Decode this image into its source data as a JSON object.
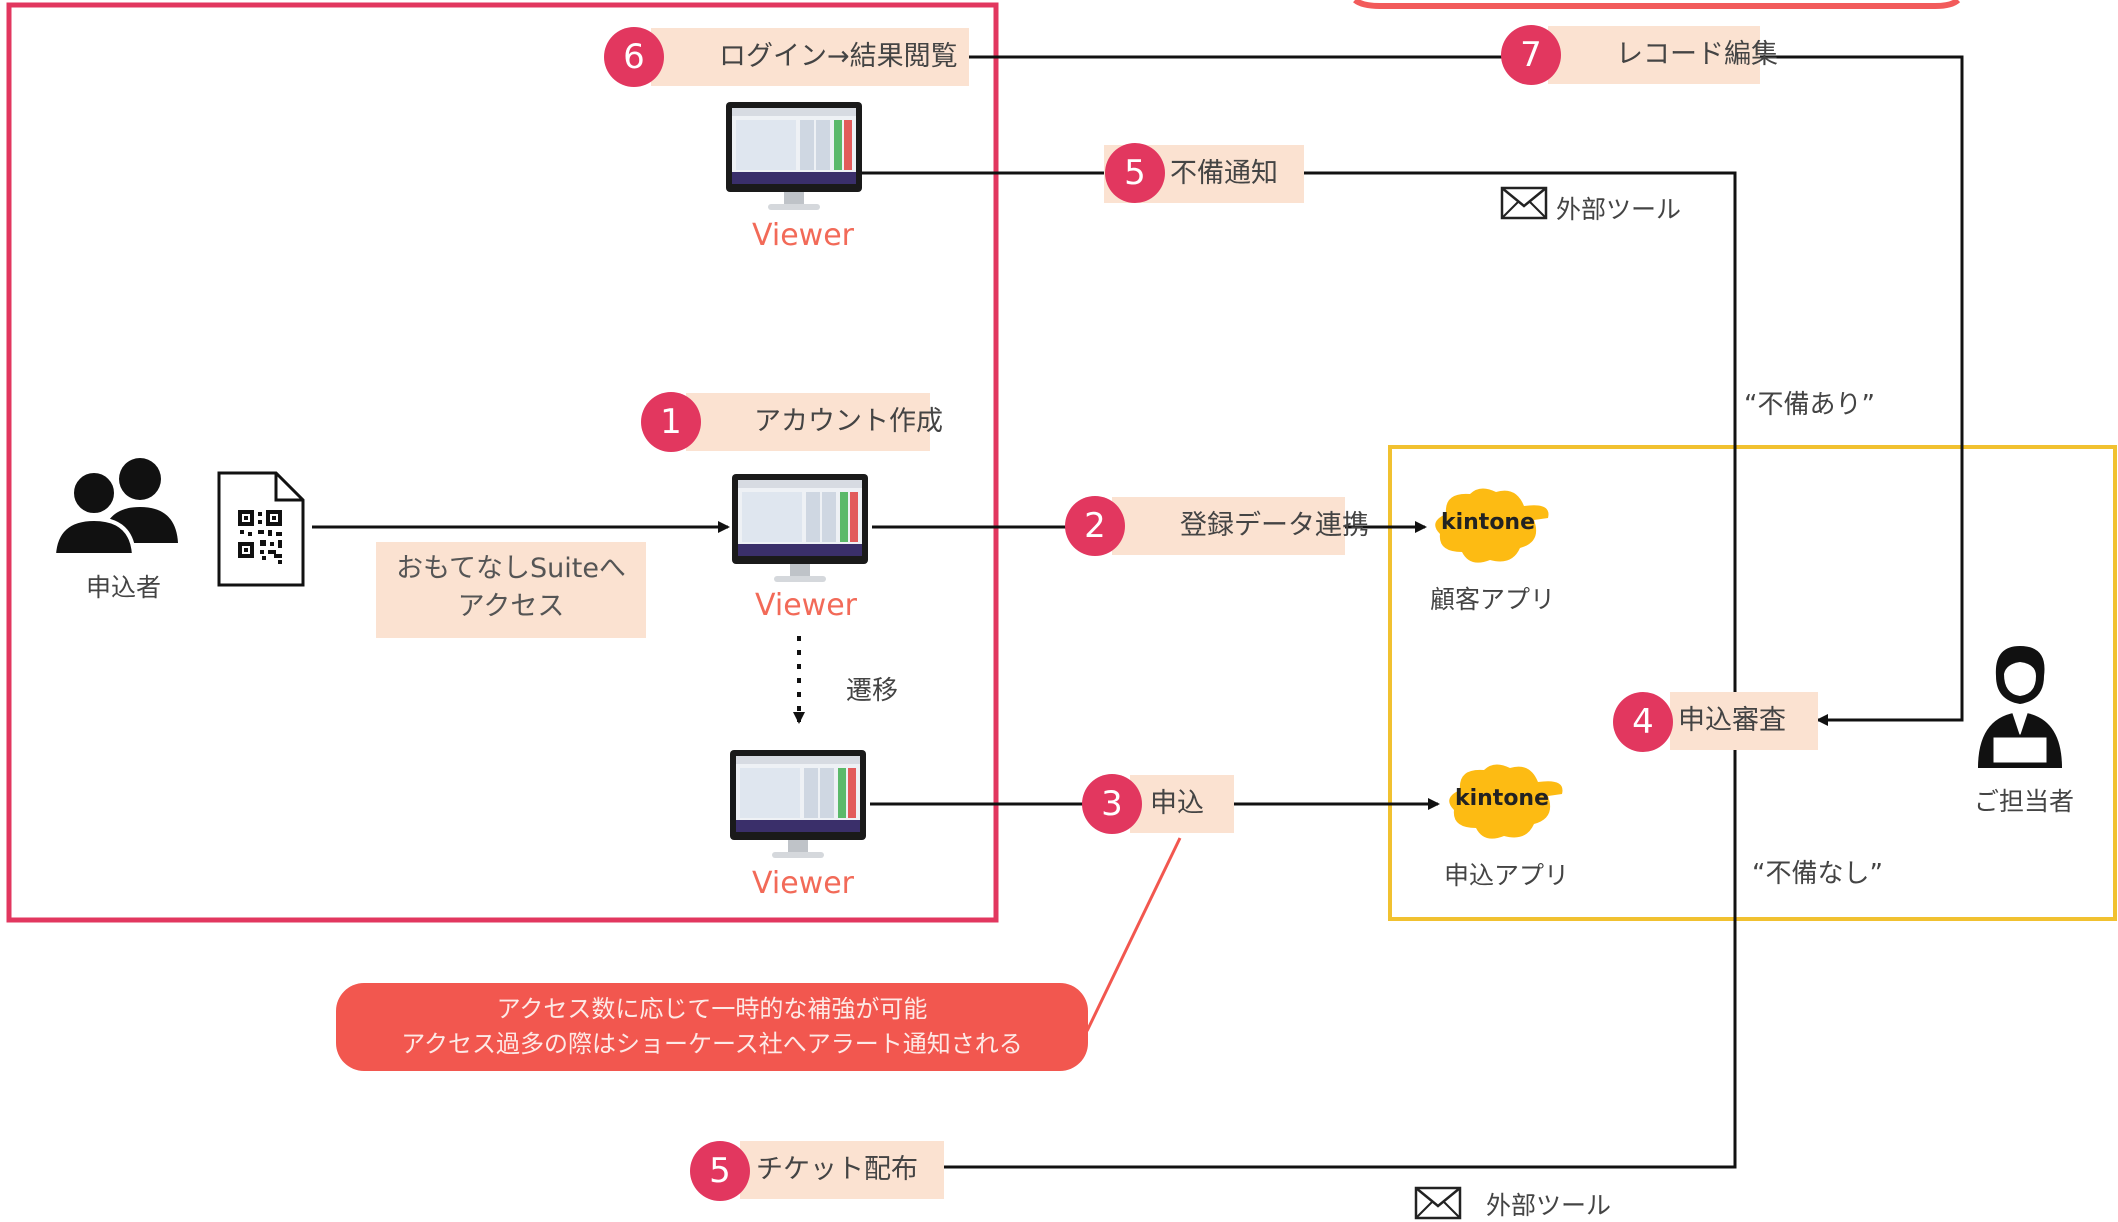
{
  "steps": {
    "s1": {
      "num": "1",
      "label": "アカウント作成"
    },
    "s2": {
      "num": "2",
      "label": "登録データ連携"
    },
    "s3": {
      "num": "3",
      "label": "申込"
    },
    "s4": {
      "num": "4",
      "label": "申込審査"
    },
    "s5a": {
      "num": "5",
      "label": "不備通知"
    },
    "s5b": {
      "num": "5",
      "label": "チケット配布"
    },
    "s6": {
      "num": "6",
      "label": "ログイン→結果閲覧"
    },
    "s7": {
      "num": "7",
      "label": "レコード編集"
    }
  },
  "viewer_label": "Viewer",
  "applicant_label": "申込者",
  "access_box": {
    "line1": "おもてなしSuiteへ",
    "line2": "アクセス"
  },
  "transition_label": "遷移",
  "kintone": {
    "logo_text": "kintone",
    "customer_app": "顧客アプリ",
    "application_app": "申込アプリ"
  },
  "staff_label": "ご担当者",
  "external_tool": "外部ツール",
  "condition_yes": "“不備あり”",
  "condition_no": "“不備なし”",
  "callout": {
    "line1": "アクセス数に応じて一時的な補強が可能",
    "line2": "アクセス過多の際はショーケース社へアラート通知される"
  },
  "colors": {
    "frame_red": "#e2375f",
    "frame_yellow": "#f1c130",
    "accent": "#f26a58",
    "kintone_yellow": "#fdbb13",
    "label_bg": "#fbe2d1"
  }
}
